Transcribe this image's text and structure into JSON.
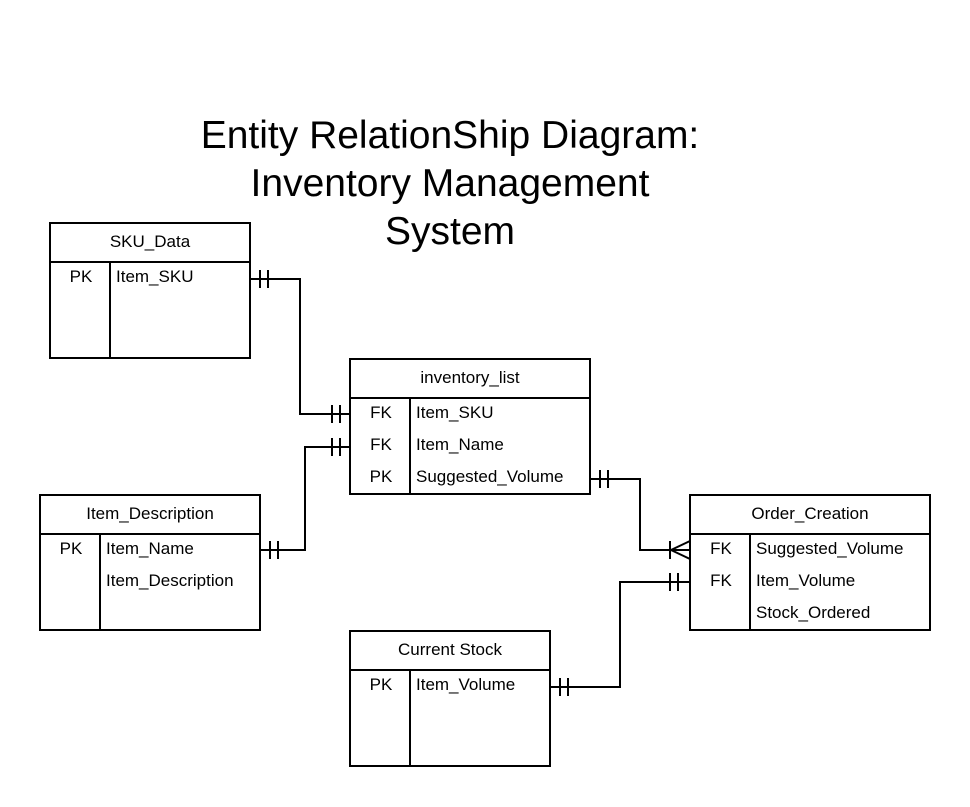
{
  "title": {
    "line1": "Entity RelationShip Diagram:",
    "line2": "Inventory Management",
    "line3": "System"
  },
  "entities": {
    "sku_data": {
      "name": "SKU_Data",
      "rows": [
        {
          "key": "PK",
          "attr": "Item_SKU"
        }
      ]
    },
    "inventory_list": {
      "name": "inventory_list",
      "rows": [
        {
          "key": "FK",
          "attr": "Item_SKU"
        },
        {
          "key": "FK",
          "attr": "Item_Name"
        },
        {
          "key": "PK",
          "attr": "Suggested_Volume"
        }
      ]
    },
    "item_description": {
      "name": "Item_Description",
      "rows": [
        {
          "key": "PK",
          "attr": "Item_Name"
        },
        {
          "key": "",
          "attr": "Item_Description"
        }
      ]
    },
    "order_creation": {
      "name": "Order_Creation",
      "rows": [
        {
          "key": "FK",
          "attr": "Suggested_Volume"
        },
        {
          "key": "FK",
          "attr": "Item_Volume"
        },
        {
          "key": "",
          "attr": "Stock_Ordered"
        }
      ]
    },
    "current_stock": {
      "name": "Current Stock",
      "rows": [
        {
          "key": "PK",
          "attr": "Item_Volume"
        }
      ]
    }
  },
  "relationships": [
    {
      "from": "SKU_Data.Item_SKU",
      "to": "inventory_list.Item_SKU",
      "from_end": "one-and-only-one",
      "to_end": "one-and-only-one"
    },
    {
      "from": "Item_Description.Item_Name",
      "to": "inventory_list.Item_Name",
      "from_end": "one-and-only-one",
      "to_end": "one-and-only-one"
    },
    {
      "from": "inventory_list.Suggested_Volume",
      "to": "Order_Creation.Suggested_Volume",
      "from_end": "one-and-only-one",
      "to_end": "one-or-many"
    },
    {
      "from": "Current Stock.Item_Volume",
      "to": "Order_Creation.Item_Volume",
      "from_end": "one-and-only-one",
      "to_end": "one-and-only-one"
    }
  ]
}
